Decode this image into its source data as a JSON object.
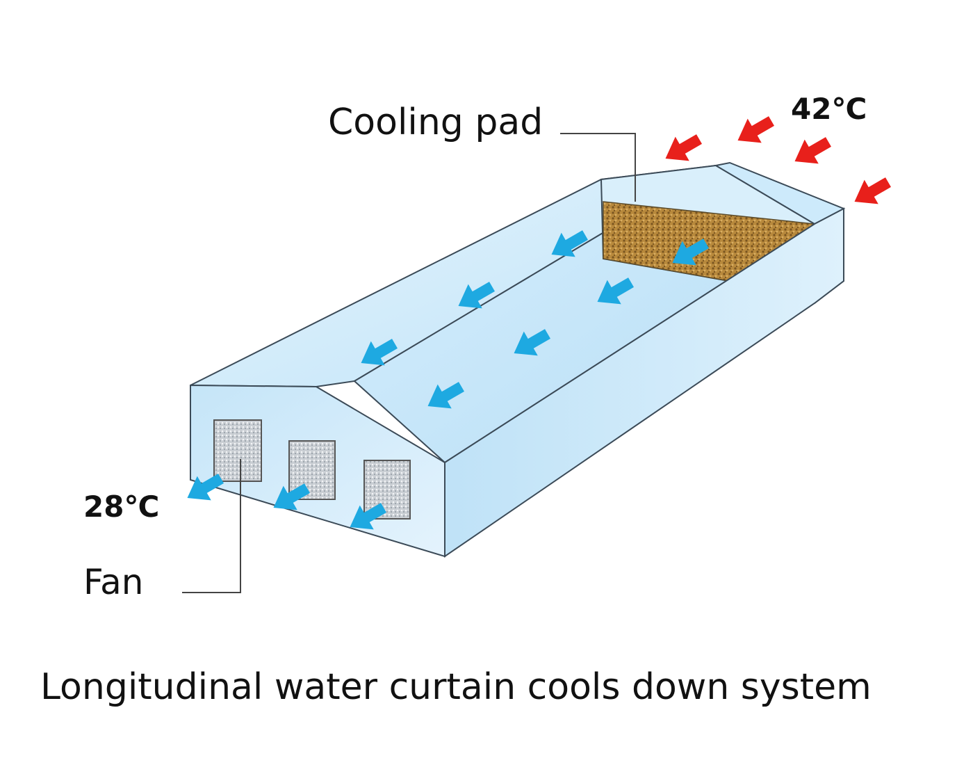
{
  "labels": {
    "cooling_pad": "Cooling pad",
    "outside_temp": "42℃",
    "inside_temp": "28℃",
    "fan": "Fan",
    "title": "Longitudinal water curtain cools down system"
  },
  "colors": {
    "hot_arrow": "#e8201b",
    "cool_arrow": "#1ea9e1",
    "wall": "#cbe9fb",
    "pad": "#b88a3e"
  }
}
